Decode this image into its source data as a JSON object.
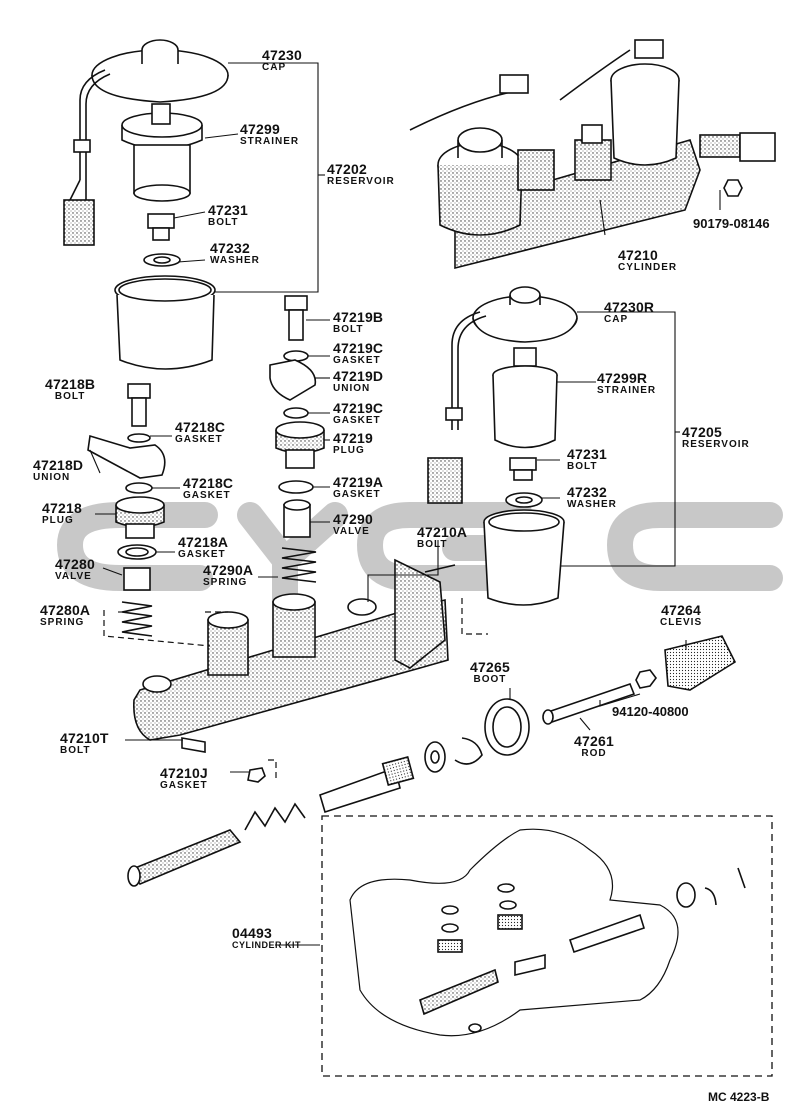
{
  "diagram_code": "MC 4223-B",
  "watermark_text": "CYGC",
  "parts": {
    "p47230": {
      "number": "47230",
      "name": "CAP"
    },
    "p47299": {
      "number": "47299",
      "name": "STRAINER"
    },
    "p47202": {
      "number": "47202",
      "name": "RESERVOIR"
    },
    "p47231a": {
      "number": "47231",
      "name": "BOLT"
    },
    "p47232a": {
      "number": "47232",
      "name": "WASHER"
    },
    "p47210": {
      "number": "47210",
      "name": "CYLINDER"
    },
    "p90179": {
      "number": "90179-08146",
      "name": ""
    },
    "p47219B": {
      "number": "47219B",
      "name": "BOLT"
    },
    "p47219C1": {
      "number": "47219C",
      "name": "GASKET"
    },
    "p47219D": {
      "number": "47219D",
      "name": "UNION"
    },
    "p47219C2": {
      "number": "47219C",
      "name": "GASKET"
    },
    "p47219": {
      "number": "47219",
      "name": "PLUG"
    },
    "p47219A": {
      "number": "47219A",
      "name": "GASKET"
    },
    "p47290": {
      "number": "47290",
      "name": "VALVE"
    },
    "p47290A": {
      "number": "47290A",
      "name": "SPRING"
    },
    "p47218B": {
      "number": "47218B",
      "name": "BOLT"
    },
    "p47218C1": {
      "number": "47218C",
      "name": "GASKET"
    },
    "p47218D": {
      "number": "47218D",
      "name": "UNION"
    },
    "p47218C2": {
      "number": "47218C",
      "name": "GASKET"
    },
    "p47218": {
      "number": "47218",
      "name": "PLUG"
    },
    "p47218A": {
      "number": "47218A",
      "name": "GASKET"
    },
    "p47280": {
      "number": "47280",
      "name": "VALVE"
    },
    "p47280A": {
      "number": "47280A",
      "name": "SPRING"
    },
    "p47230R": {
      "number": "47230R",
      "name": "CAP"
    },
    "p47299R": {
      "number": "47299R",
      "name": "STRAINER"
    },
    "p47205": {
      "number": "47205",
      "name": "RESERVOIR"
    },
    "p47231b": {
      "number": "47231",
      "name": "BOLT"
    },
    "p47232b": {
      "number": "47232",
      "name": "WASHER"
    },
    "p47210A": {
      "number": "47210A",
      "name": "BOLT"
    },
    "p47264": {
      "number": "47264",
      "name": "CLEVIS"
    },
    "p47265": {
      "number": "47265",
      "name": "BOOT"
    },
    "p94120": {
      "number": "94120-40800",
      "name": ""
    },
    "p47261": {
      "number": "47261",
      "name": "ROD"
    },
    "p47210T": {
      "number": "47210T",
      "name": "BOLT"
    },
    "p47210J": {
      "number": "47210J",
      "name": "GASKET"
    },
    "p04493": {
      "number": "04493",
      "name": "CYLINDER KIT"
    }
  }
}
